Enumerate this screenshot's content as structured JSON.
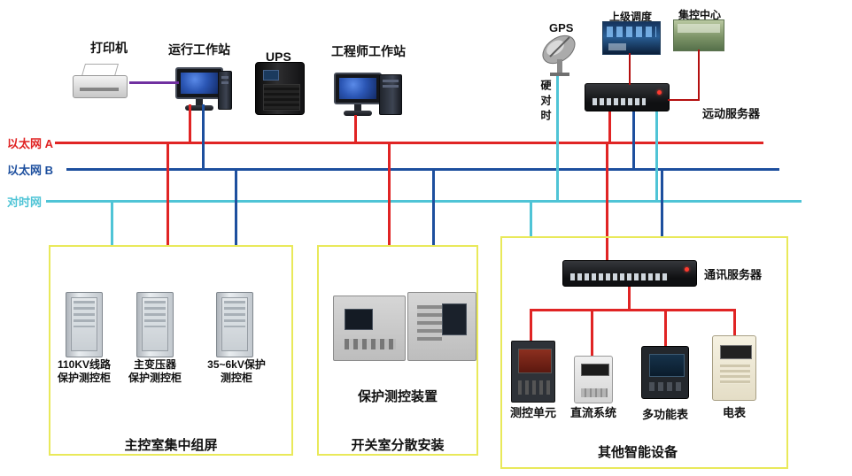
{
  "colors": {
    "ethernet_a": "#e02424",
    "ethernet_b": "#1d4f9e",
    "time_net": "#4fc4d6",
    "printer_link": "#7030a0",
    "uplink": "#b40f0f",
    "device_tree": "#e02424",
    "group_border": "#e9e95a"
  },
  "buses": {
    "ethernet_a": "以太网 A",
    "ethernet_b": "以太网 B",
    "time_net": "对时网"
  },
  "top": {
    "printer": "打印机",
    "operator_ws": "运行工作站",
    "ups": "UPS",
    "engineer_ws": "工程师工作站",
    "gps": "GPS",
    "dispatch": "上级调度",
    "control_center": "集控中心",
    "rtu_server": "远动服务器",
    "hard_time_sync": "硬对时"
  },
  "left_group": {
    "title": "主控室集中组屏",
    "cabinets": [
      {
        "line1": "110KV线路",
        "line2": "保护测控柜"
      },
      {
        "line1": "主变压器",
        "line2": "保护测控柜"
      },
      {
        "line1": "35~6kV保护",
        "line2": "测控柜"
      }
    ]
  },
  "middle_group": {
    "title": "开关室分散安装",
    "device_label": "保护测控装置"
  },
  "right_group": {
    "title": "其他智能设备",
    "server_label": "通讯服务器",
    "devices": [
      "测控单元",
      "直流系统",
      "多功能表",
      "电表"
    ]
  }
}
